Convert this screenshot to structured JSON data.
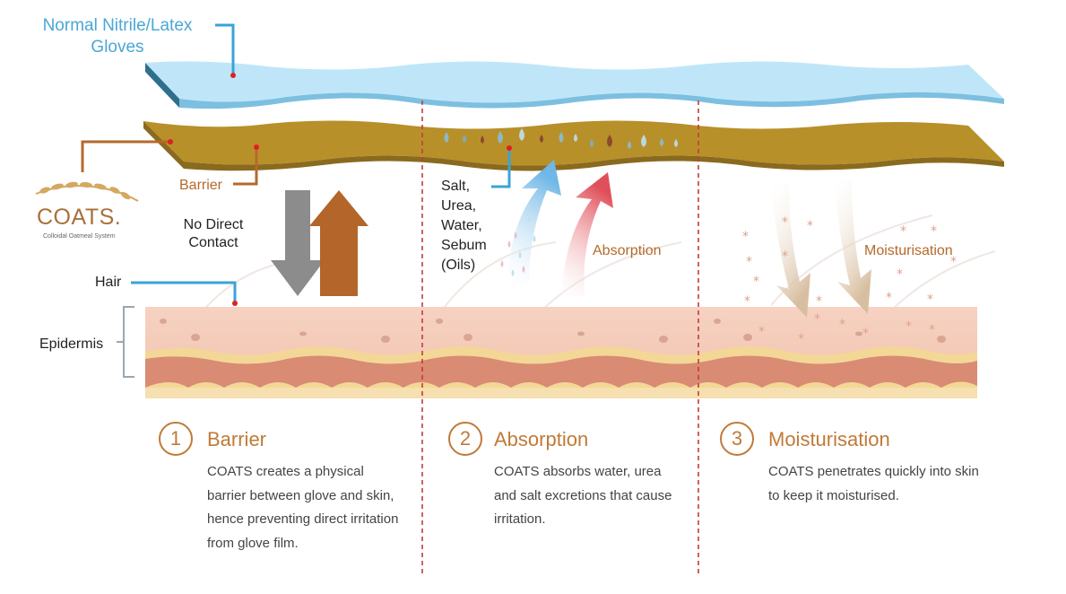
{
  "labels": {
    "gloves": "Normal Nitrile/Latex Gloves",
    "barrier": "Barrier",
    "no_contact": "No Direct Contact",
    "excretions": "Salt, Urea, Water, Sebum (Oils)",
    "absorption": "Absorption",
    "moisturisation": "Moisturisation",
    "hair": "Hair",
    "epidermis": "Epidermis"
  },
  "logo": {
    "name": "COATS.",
    "subtitle": "Colloidal Oatmeal System"
  },
  "steps": [
    {
      "number": "1",
      "title": "Barrier",
      "description": "COATS creates a physical barrier between glove and skin, hence preventing direct irritation from glove film."
    },
    {
      "number": "2",
      "title": "Absorption",
      "description": "COATS absorbs water, urea and salt excretions that cause irritation."
    },
    {
      "number": "3",
      "title": "Moisturisation",
      "description": "COATS penetrates quickly into skin to keep it moisturised."
    }
  ],
  "colors": {
    "glove": "#bfe6f8",
    "barrier": "#b8902a",
    "accent": "#c07a38",
    "label_blue": "#4aa7d4",
    "divider": "#c23b3b"
  }
}
